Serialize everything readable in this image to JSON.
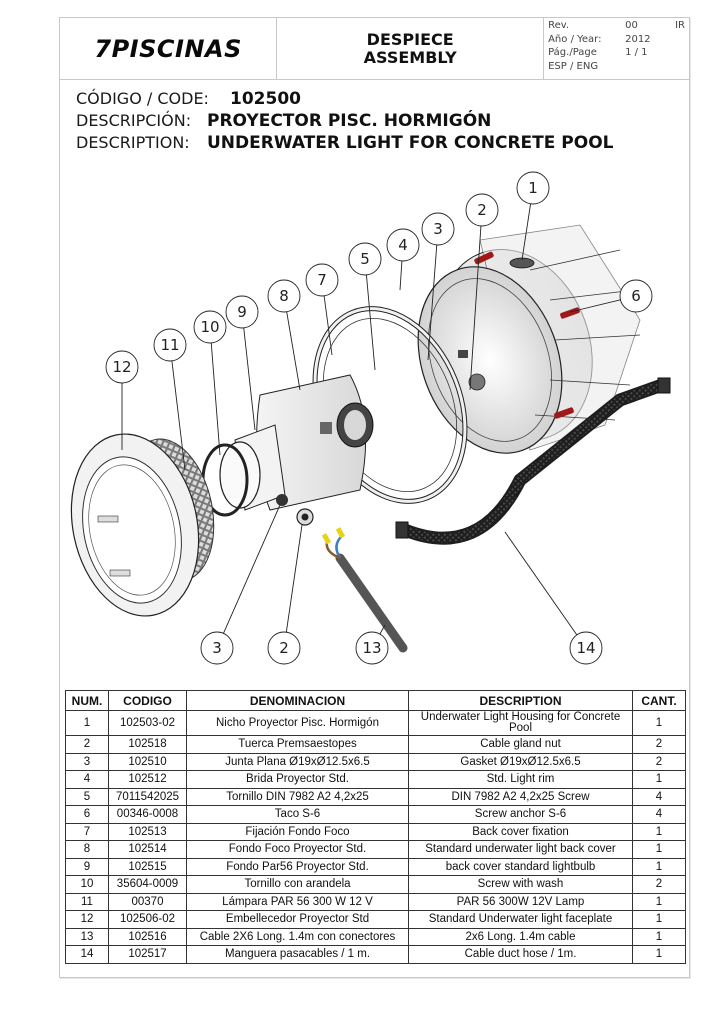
{
  "header": {
    "brand": "7PISCINAS",
    "title_es": "DESPIECE",
    "title_en": "ASSEMBLY",
    "meta": [
      {
        "key": "Rev.",
        "value": "00",
        "extra": "IR"
      },
      {
        "key": "Año / Year:",
        "value": "2012",
        "extra": ""
      },
      {
        "key": "Pág./Page",
        "value": "1 / 1",
        "extra": ""
      },
      {
        "key": "ESP / ENG",
        "value": "",
        "extra": ""
      }
    ]
  },
  "product": {
    "code_label": "CÓDIGO / CODE:",
    "code": "102500",
    "desc_es_label": "DESCRIPCIÓN:",
    "desc_es": "PROYECTOR PISC. HORMIGÓN",
    "desc_en_label": "DESCRIPTION:",
    "desc_en": "UNDERWATER LIGHT FOR CONCRETE POOL"
  },
  "drawing": {
    "callouts": [
      "1",
      "2",
      "3",
      "4",
      "5",
      "6",
      "7",
      "8",
      "9",
      "10",
      "11",
      "12",
      "3",
      "2",
      "13",
      "14"
    ],
    "colors": {
      "anchor": "#a01818",
      "wire_blue": "#3a7fc0",
      "wire_brown": "#8a5a2a",
      "terminal_yellow": "#e8d21a",
      "cable": "#555555",
      "hose": "#1e1e1e"
    }
  },
  "table": {
    "headers": [
      "NUM.",
      "CODIGO",
      "DENOMINACION",
      "DESCRIPTION",
      "CANT."
    ],
    "rows": [
      {
        "num": "1",
        "code": "102503-02",
        "denominacion": "Nicho Proyector Pisc. Hormigón",
        "description": "Underwater Light Housing for Concrete Pool",
        "qty": "1"
      },
      {
        "num": "2",
        "code": "102518",
        "denominacion": "Tuerca Premsaestopes",
        "description": "Cable gland nut",
        "qty": "2"
      },
      {
        "num": "3",
        "code": "102510",
        "denominacion": "Junta Plana Ø19xØ12.5x6.5",
        "description": "Gasket Ø19xØ12.5x6.5",
        "qty": "2"
      },
      {
        "num": "4",
        "code": "102512",
        "denominacion": "Brida Proyector Std.",
        "description": "Std. Light rim",
        "qty": "1"
      },
      {
        "num": "5",
        "code": "7011542025",
        "denominacion": "Tornillo DIN 7982 A2 4,2x25",
        "description": "DIN 7982 A2 4,2x25 Screw",
        "qty": "4"
      },
      {
        "num": "6",
        "code": "00346-0008",
        "denominacion": "Taco S-6",
        "description": "Screw anchor S-6",
        "qty": "4"
      },
      {
        "num": "7",
        "code": "102513",
        "denominacion": "Fijación Fondo Foco",
        "description": "Back cover fixation",
        "qty": "1"
      },
      {
        "num": "8",
        "code": "102514",
        "denominacion": "Fondo Foco Proyector Std.",
        "description": "Standard underwater light back cover",
        "qty": "1"
      },
      {
        "num": "9",
        "code": "102515",
        "denominacion": "Fondo Par56 Proyector Std.",
        "description": "back cover standard lightbulb",
        "qty": "1"
      },
      {
        "num": "10",
        "code": "35604-0009",
        "denominacion": "Tornillo con arandela",
        "description": "Screw with wash",
        "qty": "2"
      },
      {
        "num": "11",
        "code": "00370",
        "denominacion": "Lámpara PAR 56 300 W 12 V",
        "description": "PAR 56 300W 12V Lamp",
        "qty": "1"
      },
      {
        "num": "12",
        "code": "102506-02",
        "denominacion": "Embellecedor Proyector Std",
        "description": "Standard Underwater light faceplate",
        "qty": "1"
      },
      {
        "num": "13",
        "code": "102516",
        "denominacion": "Cable  2X6 Long. 1.4m con conectores",
        "description": "2x6 Long. 1.4m cable",
        "qty": "1"
      },
      {
        "num": "14",
        "code": "102517",
        "denominacion": "Manguera pasacables  / 1 m.",
        "description": "Cable duct hose  / 1m.",
        "qty": "1"
      }
    ]
  }
}
